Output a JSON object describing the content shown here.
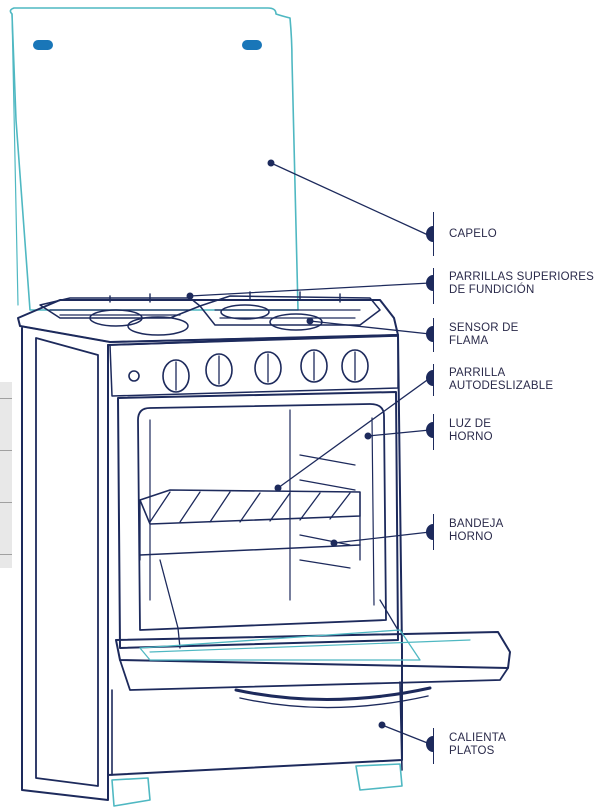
{
  "labels": [
    {
      "id": "capelo",
      "lines": [
        "CAPELO"
      ]
    },
    {
      "id": "parrillas",
      "lines": [
        "PARRILLAS SUPERIORES",
        "DE FUNDICIÓN"
      ]
    },
    {
      "id": "sensor",
      "lines": [
        "SENSOR DE",
        "FLAMA"
      ]
    },
    {
      "id": "autodeslizable",
      "lines": [
        "PARRILLA",
        "AUTODESLIZABLE"
      ]
    },
    {
      "id": "luz",
      "lines": [
        "LUZ DE",
        "HORNO"
      ]
    },
    {
      "id": "bandeja",
      "lines": [
        "BANDEJA",
        "HORNO"
      ]
    },
    {
      "id": "calienta",
      "lines": [
        "CALIENTA",
        "PLATOS"
      ]
    }
  ],
  "colors": {
    "outline": "#1d2a5c",
    "glass": "#4fb8c2",
    "handle": "#1976b8"
  }
}
